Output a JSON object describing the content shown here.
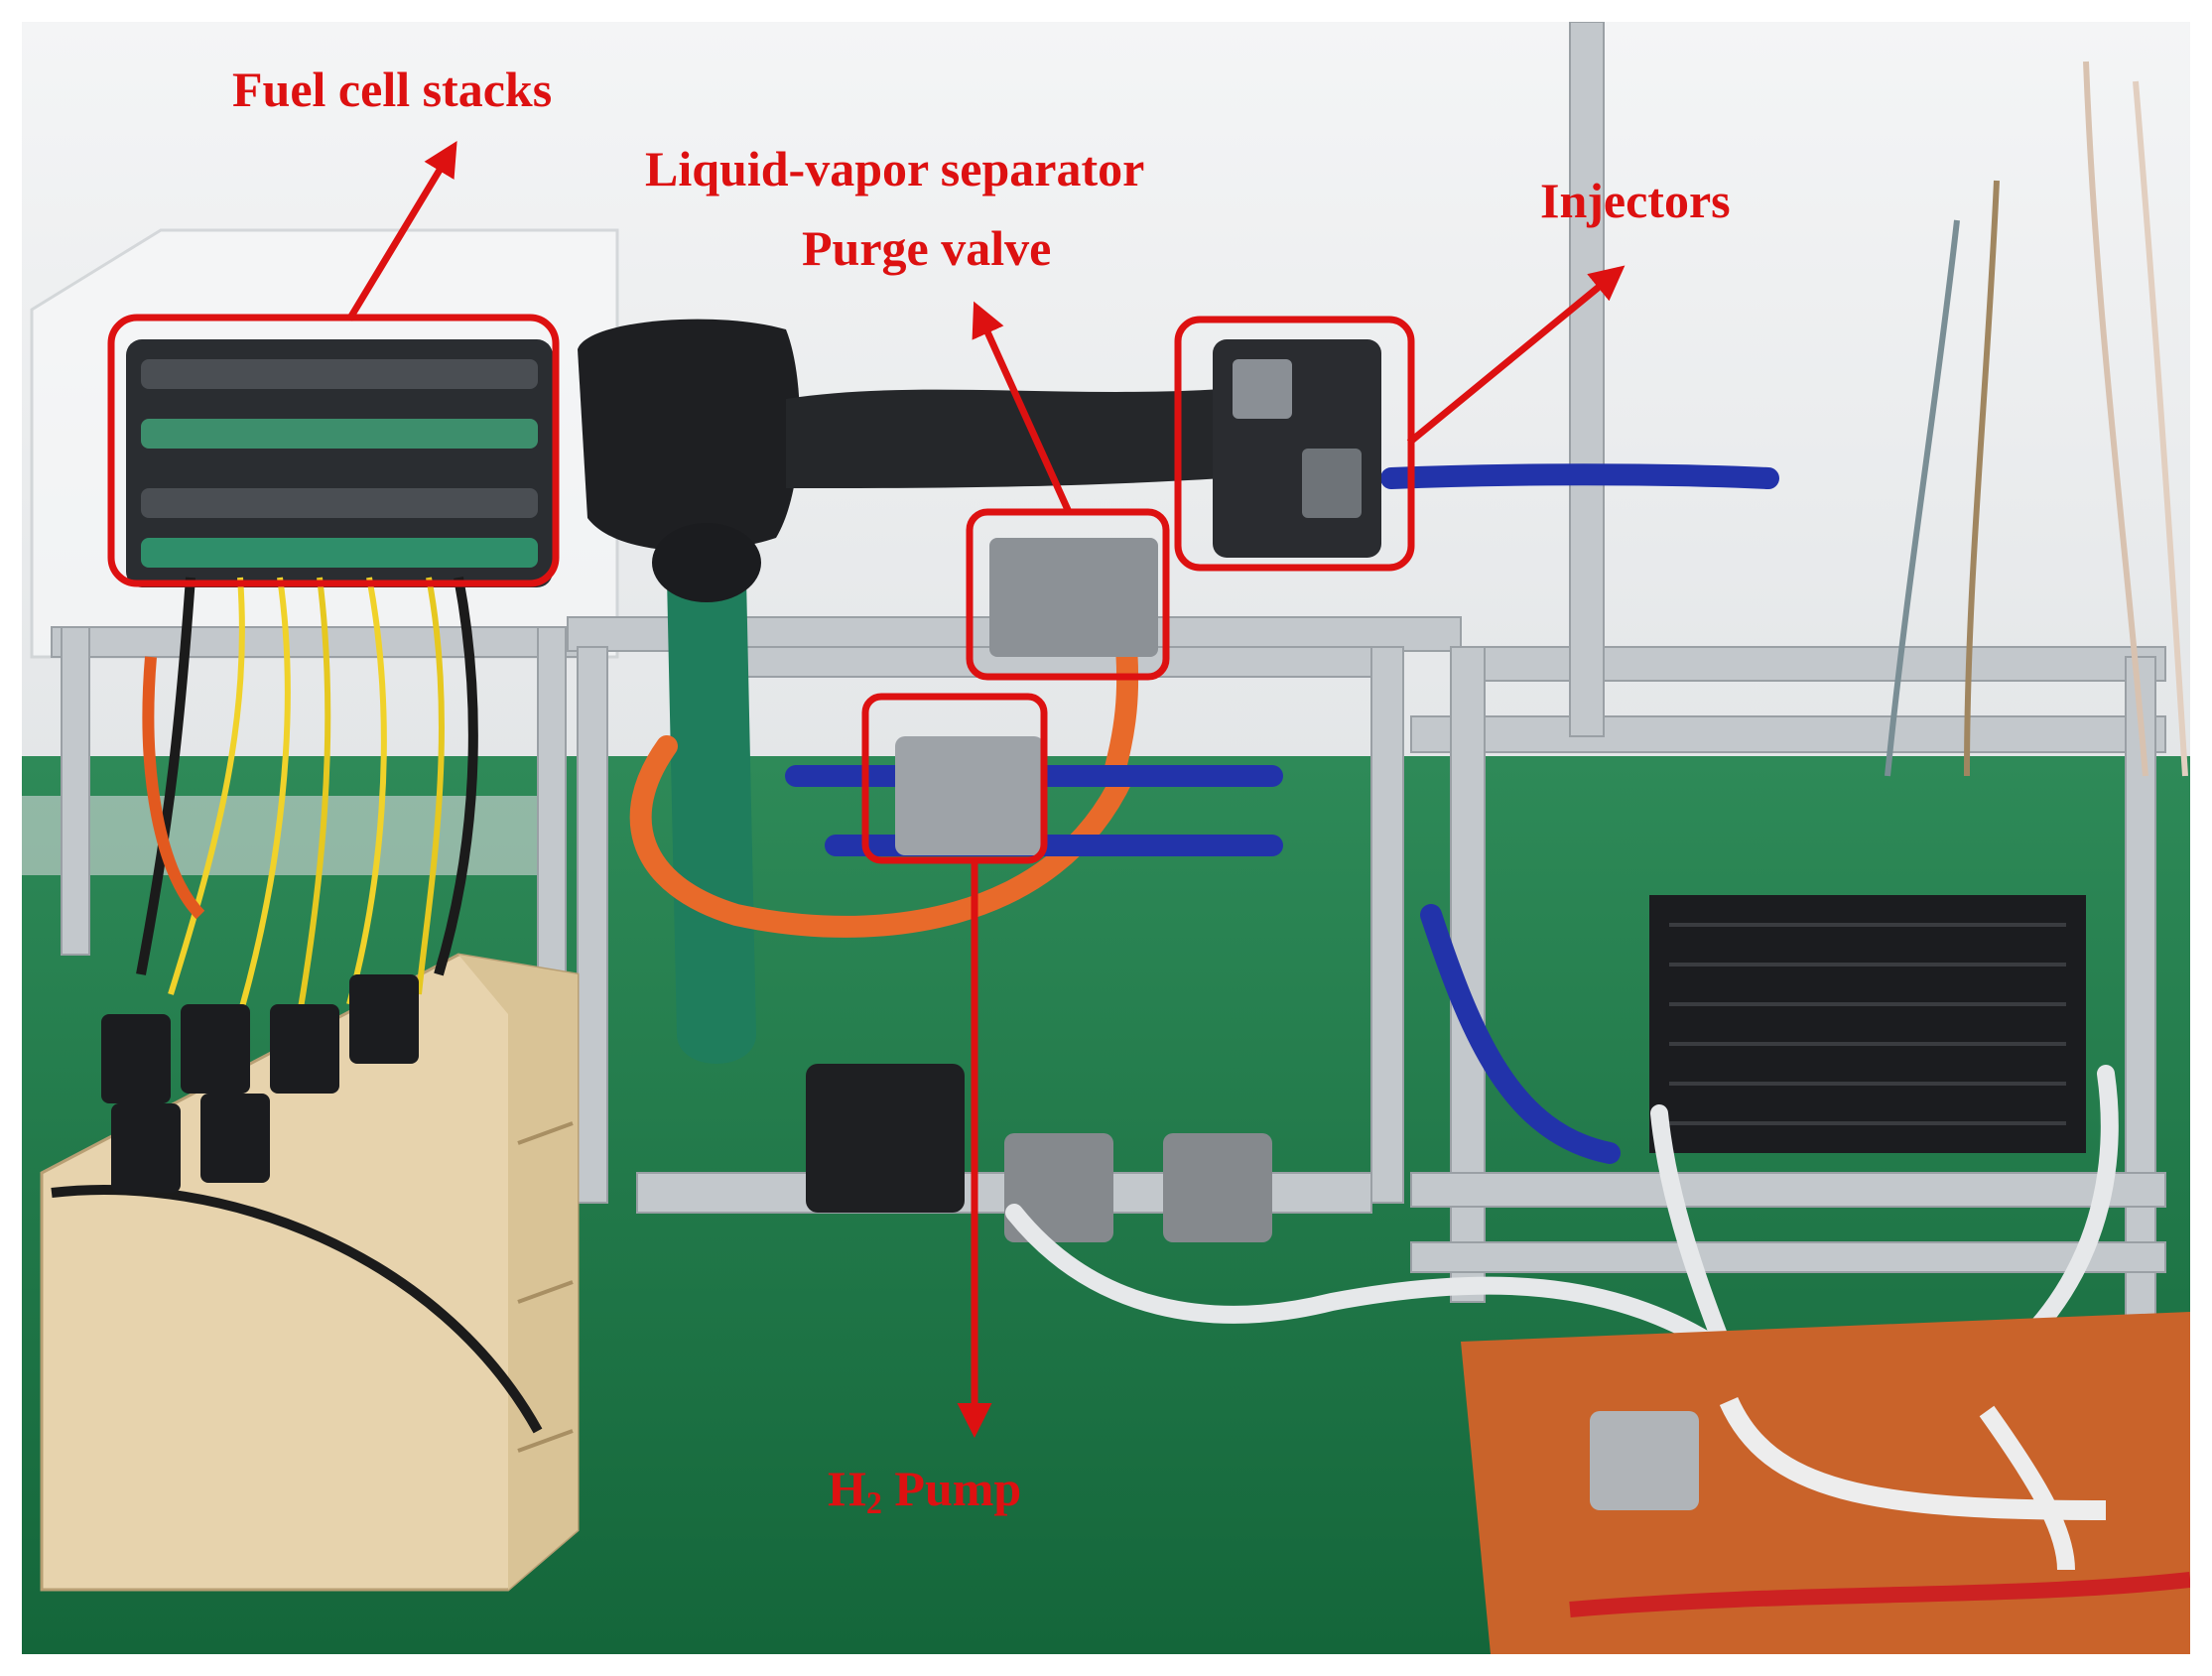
{
  "labels": {
    "fuel_cell_stacks": "Fuel cell stacks",
    "separator": "Liquid-vapor separator",
    "purge_valve": "Purge valve",
    "injectors": "Injectors",
    "h2_prefix": "H",
    "h2_subscript": "2",
    "h2_suffix": " Pump"
  },
  "colors": {
    "annotation": "#dd1111",
    "wall": "#eceeef",
    "floor": "#1d7443",
    "aluminium_frame": "#c8ccd0",
    "cabinet": "#e7d3ad",
    "stack_casing": "#2a2d31",
    "green_pipe": "#1f7d5c",
    "orange_hose": "#e86a2a",
    "blue_hose": "#2233aa",
    "radiator": "#1b1c1f",
    "orange_panel": "#c9632a"
  }
}
